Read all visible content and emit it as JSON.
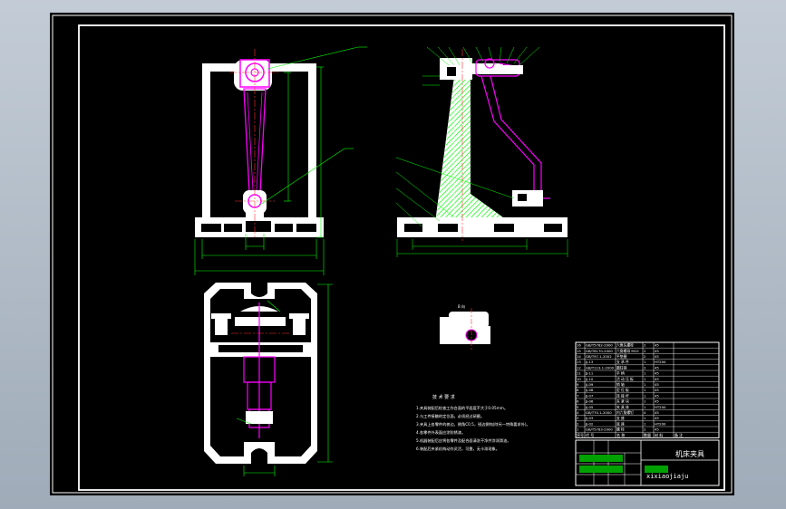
{
  "colors": {
    "background": "#000000",
    "frame": "#ffffff",
    "part_fill": "#ffffff",
    "section_hatch": "#00ff00",
    "component": "#ff00ff",
    "dimension": "#00ff00",
    "leader": "#00ff00",
    "centerline": "#ff3333",
    "desktop": "#aab4c0"
  },
  "view_labels": {
    "detail_view": "B 向"
  },
  "technical_requirements": {
    "heading": "技 术 要 求",
    "lines": [
      "1.夹具装配后检查工作台面的平面度不大于0.05mm。",
      "2.与工件接触的定位面，必须经过研磨。",
      "3.夹具上各零件的棱边，倒角C0.5，锐边倒钝(除另一特殊要求外)。",
      "4.各零件外表面应涂防锈漆。",
      "5.机器装配后应将各零件及配合面清洗干净并涂润滑油。",
      "6.装配后夹紧机构动作灵活，可靠，无卡滞现象。"
    ]
  },
  "parts_list": {
    "headers": [
      "序号",
      "代 号",
      "名 称",
      "数量",
      "材 料",
      "备 注"
    ],
    "rows": [
      [
        "16",
        "GB/T5782-2000",
        "六角头螺栓",
        "2",
        "45",
        ""
      ],
      [
        "15",
        "GB/T6170-2000",
        "六角螺母 M10",
        "2",
        "45",
        ""
      ],
      [
        "14",
        "GB/T97.1-2002",
        "平垫圈",
        "2",
        "45",
        ""
      ],
      [
        "13",
        "JJ-13",
        "支 承 件",
        "1",
        "HT200",
        ""
      ],
      [
        "12",
        "GB/T119.1-2000",
        "圆柱销",
        "2",
        "45",
        ""
      ],
      [
        "11",
        "JJ-11",
        "手 柄",
        "1",
        "45",
        ""
      ],
      [
        "10",
        "JJ-10",
        "活 动 压 板",
        "1",
        "45",
        ""
      ],
      [
        "9",
        "JJ-09",
        "销 轴",
        "1",
        "45",
        ""
      ],
      [
        "8",
        "JJ-08",
        "定 位 板",
        "1",
        "45",
        ""
      ],
      [
        "7",
        "JJ-07",
        "连 接 杆",
        "1",
        "45",
        ""
      ],
      [
        "6",
        "JJ-06",
        "夹 紧 块",
        "1",
        "45",
        ""
      ],
      [
        "5",
        "JJ-05",
        "夹 具 体",
        "1",
        "HT200",
        ""
      ],
      [
        "4",
        "GB/T70.1-2000",
        "内六角螺钉",
        "4",
        "45",
        ""
      ],
      [
        "3",
        "JJ-03",
        "支 座",
        "1",
        "45",
        ""
      ],
      [
        "2",
        "JJ-02",
        "底 座",
        "1",
        "HT200",
        ""
      ],
      [
        "1",
        "GB/T5783-2000",
        "螺 栓",
        "2",
        "45",
        ""
      ]
    ]
  },
  "title_block": {
    "drawing_name": "机床夹具",
    "drawing_code": "xixiaojiaju"
  }
}
